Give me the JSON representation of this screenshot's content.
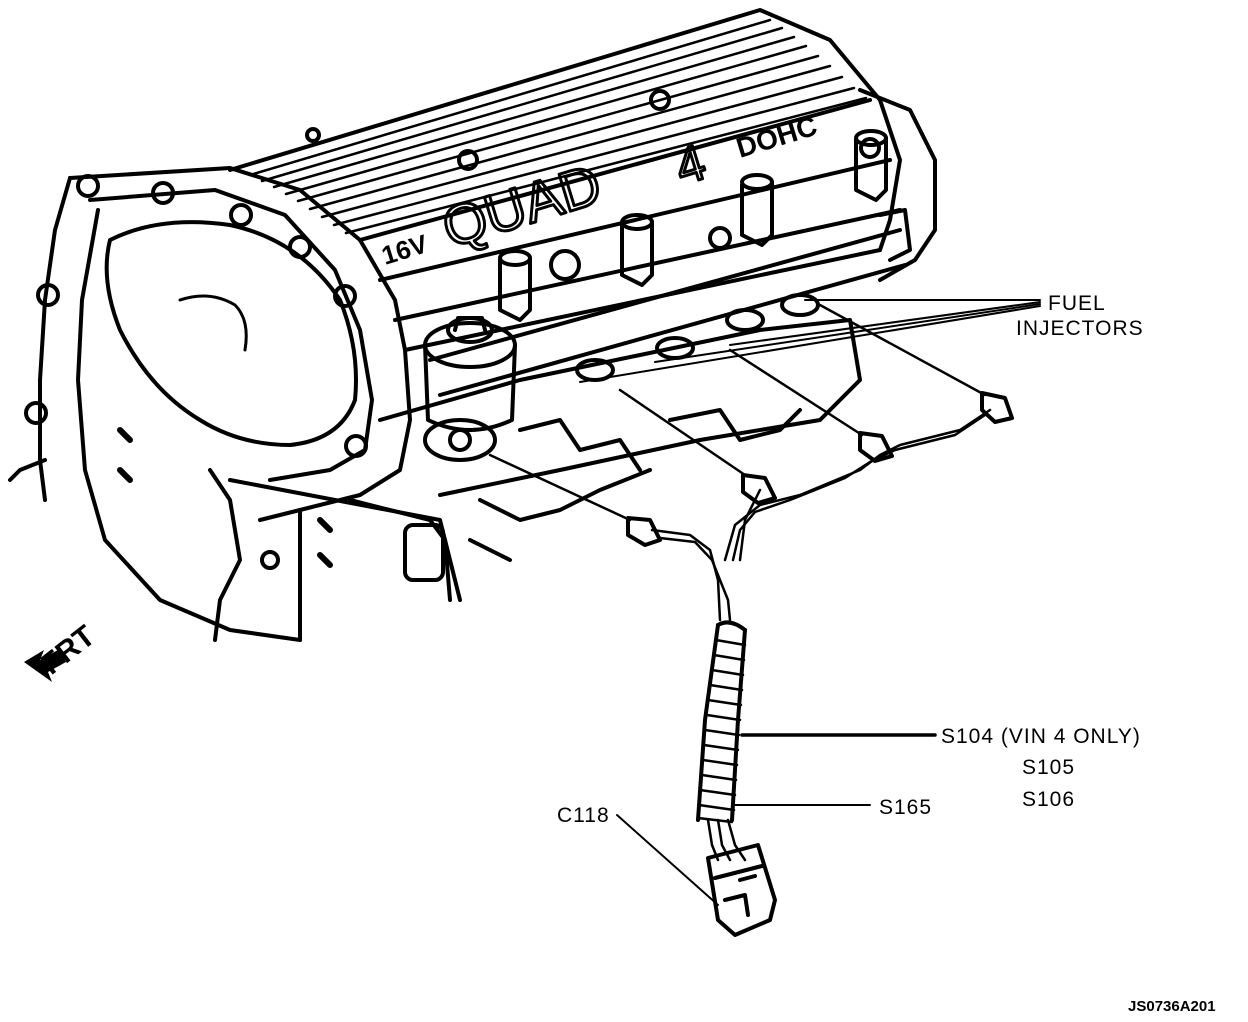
{
  "diagram": {
    "callouts": {
      "fuel_injectors_line1": "FUEL",
      "fuel_injectors_line2": "INJECTORS",
      "s104": "S104 (VIN 4 ONLY)",
      "s105": "S105",
      "s106": "S106",
      "s165": "S165",
      "c118": "C118"
    },
    "engine_marking": {
      "left": "16V",
      "middle": "QUAD",
      "numeral": "4",
      "right": "DOHC"
    },
    "front_indicator": "FRT",
    "figure_ref": "JS0736A201",
    "colors": {
      "ink": "#000000",
      "paper": "#ffffff"
    }
  }
}
